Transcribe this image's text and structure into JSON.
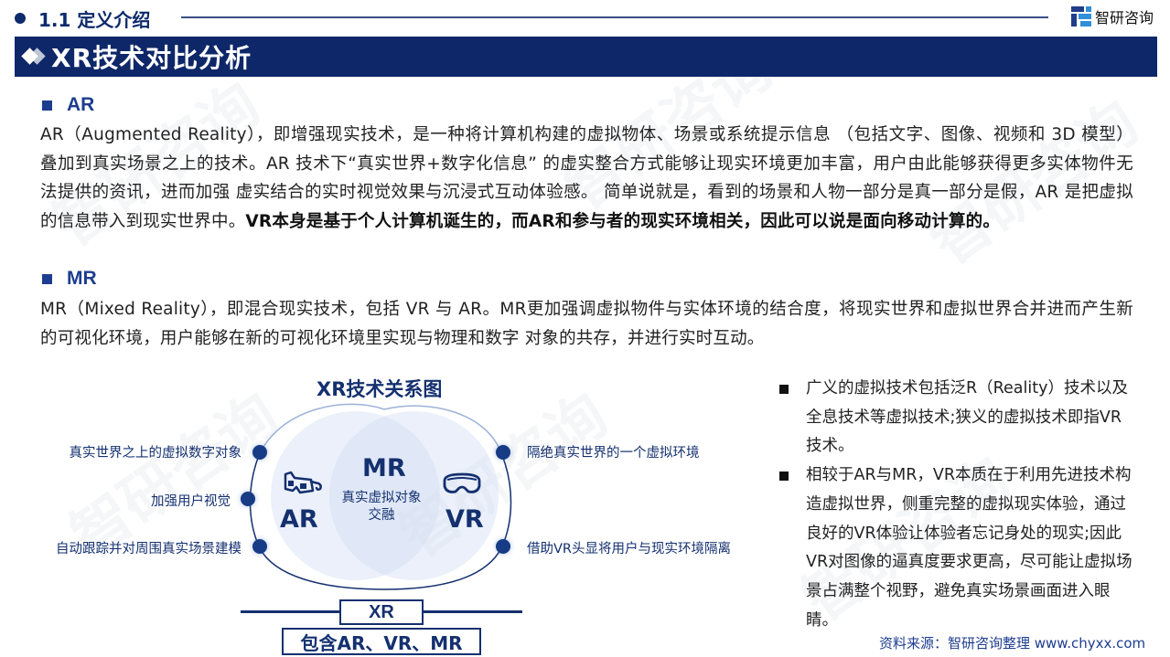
{
  "header": {
    "section_number": "1.1",
    "section_title": "1.1 定义介绍",
    "brand": "智研咨询",
    "banner_title": "XR技术对比分析"
  },
  "ar": {
    "heading": "AR",
    "para_normal": "AR（Augmented Reality），即增强现实技术，是一种将计算机构建的虚拟物体、场景或系统提示信息 （包括文字、图像、视频和 3D 模型）叠加到真实场景之上的技术。AR 技术下“真实世界+数字化信息” 的虚实整合方式能够让现实环境更加丰富，用户由此能够获得更多实体物件无法提供的资讯，进而加强 虚实结合的实时视觉效果与沉浸式互动体验感。 简单说就是，看到的场景和人物一部分是真一部分是假，AR 是把虚拟的信息带入到现实世界中。",
    "para_bold": "VR本身是基于个人计算机诞生的，而AR和参与者的现实环境相关，因此可以说是面向移动计算的。"
  },
  "mr": {
    "heading": "MR",
    "para": "MR（Mixed Reality），即混合现实技术，包括 VR 与 AR。MR更加强调虚拟物件与实体环境的结合度，将现实世界和虚拟世界合并进而产生新的可视化环境，用户能够在新的可视化环境里实现与物理和数字 对象的共存，并进行实时互动。"
  },
  "diagram": {
    "title": "XR技术关系图",
    "left_labels": [
      "真实世界之上的虚拟数字对象",
      "加强用户视觉",
      "自动跟踪并对周围真实场景建模"
    ],
    "right_labels": [
      "隔绝真实世界的一个虚拟环境",
      "借助VR头显将用户与现实环境隔离"
    ],
    "ar_label": "AR",
    "mr_label": "MR",
    "vr_label": "VR",
    "mr_desc_line1": "真实虚拟对象",
    "mr_desc_line2": "交融",
    "xr_label": "XR",
    "includes_label": "包含AR、VR、MR",
    "icons": {
      "ar": "3d-glasses-icon",
      "vr": "vr-goggles-icon"
    },
    "colors": {
      "primary": "#14306f",
      "circle_fill": "#d2def3"
    }
  },
  "bullets": [
    "广义的虚拟技术包括泛R（Reality）技术以及全息技术等虚拟技术;狭义的虚拟技术即指VR技术。",
    "相较于AR与MR，VR本质在于利用先进技术构造虚拟世界，侧重完整的虚拟现实体验，通过良好的VR体验让体验者忘记身处的现实;因此VR对图像的逼真度要求更高，尽可能让虚拟场景占满整个视野，避免真实场景画面进入眼睛。"
  ],
  "source": "资料来源：智研咨询整理 www.chyxx.com",
  "colors": {
    "banner": "#0e2768",
    "accent": "#1d3d8f",
    "logo_blue": "#2f8fd8"
  }
}
